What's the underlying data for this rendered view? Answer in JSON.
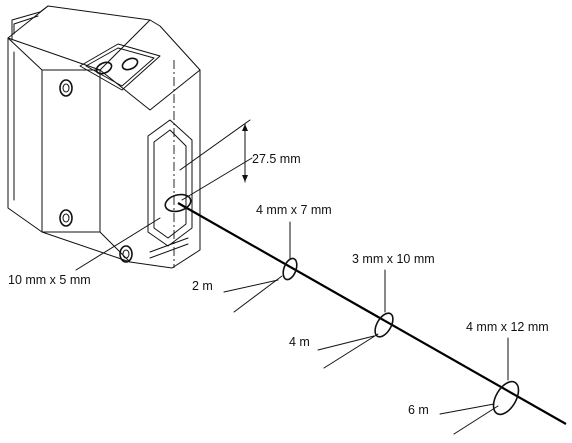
{
  "diagram": {
    "labels": {
      "height": "27.5 mm",
      "spot_0": "10 mm x 5 mm",
      "spot_1": "4 mm x 7 mm",
      "spot_2": "3 mm x 10 mm",
      "spot_3": "4 mm x 12 mm",
      "dist_1": "2 m",
      "dist_2": "4 m",
      "dist_3": "6 m"
    },
    "line_color": "#111111",
    "background": "#ffffff"
  }
}
